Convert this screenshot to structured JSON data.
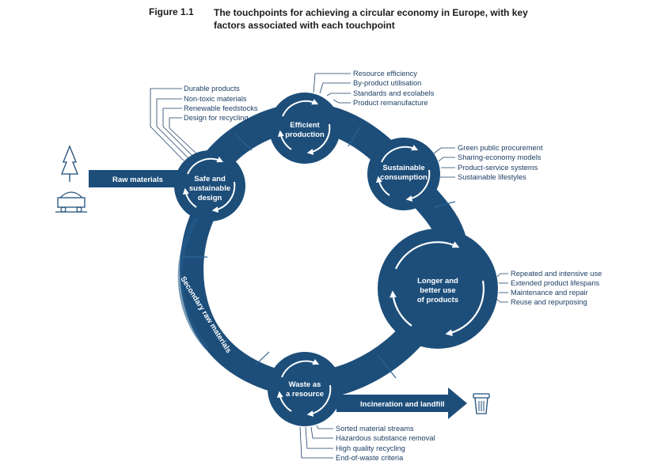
{
  "figure": {
    "label": "Figure 1.1",
    "title": "The touchpoints for achieving a circular economy in Europe, with key factors associated with each touchpoint"
  },
  "colors": {
    "primary": "#1d4e7a",
    "dark": "#15395c",
    "text": "#1d3f66",
    "icon": "#1d4e7a"
  },
  "flows": {
    "raw_materials": "Raw materials",
    "secondary_raw_materials": "Secondary raw materials",
    "incineration_landfill": "Incineration and landfill"
  },
  "touchpoints": {
    "safe_design": {
      "lines": [
        "Safe and",
        "sustainable",
        "design"
      ],
      "factors": [
        "Durable products",
        "Non-toxic materials",
        "Renewable feedstocks",
        "Design for recycling"
      ]
    },
    "efficient_production": {
      "lines": [
        "Efficient",
        "production"
      ],
      "factors": [
        "Resource efficiency",
        "By-product utilisation",
        "Standards and ecolabels",
        "Product remanufacture"
      ]
    },
    "sustainable_consumption": {
      "lines": [
        "Sustainable",
        "consumption"
      ],
      "factors": [
        "Green public procurement",
        "Sharing-economy models",
        "Product-service systems",
        "Sustainable lifestyles"
      ]
    },
    "longer_use": {
      "lines": [
        "Longer and",
        "better use",
        "of products"
      ],
      "factors": [
        "Repeated and intensive use",
        "Extended product lifespans",
        "Maintenance and repair",
        "Reuse and repurposing"
      ]
    },
    "waste_resource": {
      "lines": [
        "Waste as",
        "a resource"
      ],
      "factors": [
        "Sorted material streams",
        "Hazardous substance removal",
        "High quality recycling",
        "End-of-waste criteria"
      ]
    }
  },
  "icons": {
    "tree": "tree-icon",
    "ore_cart": "mine-cart-icon",
    "bin": "waste-bin-icon"
  }
}
